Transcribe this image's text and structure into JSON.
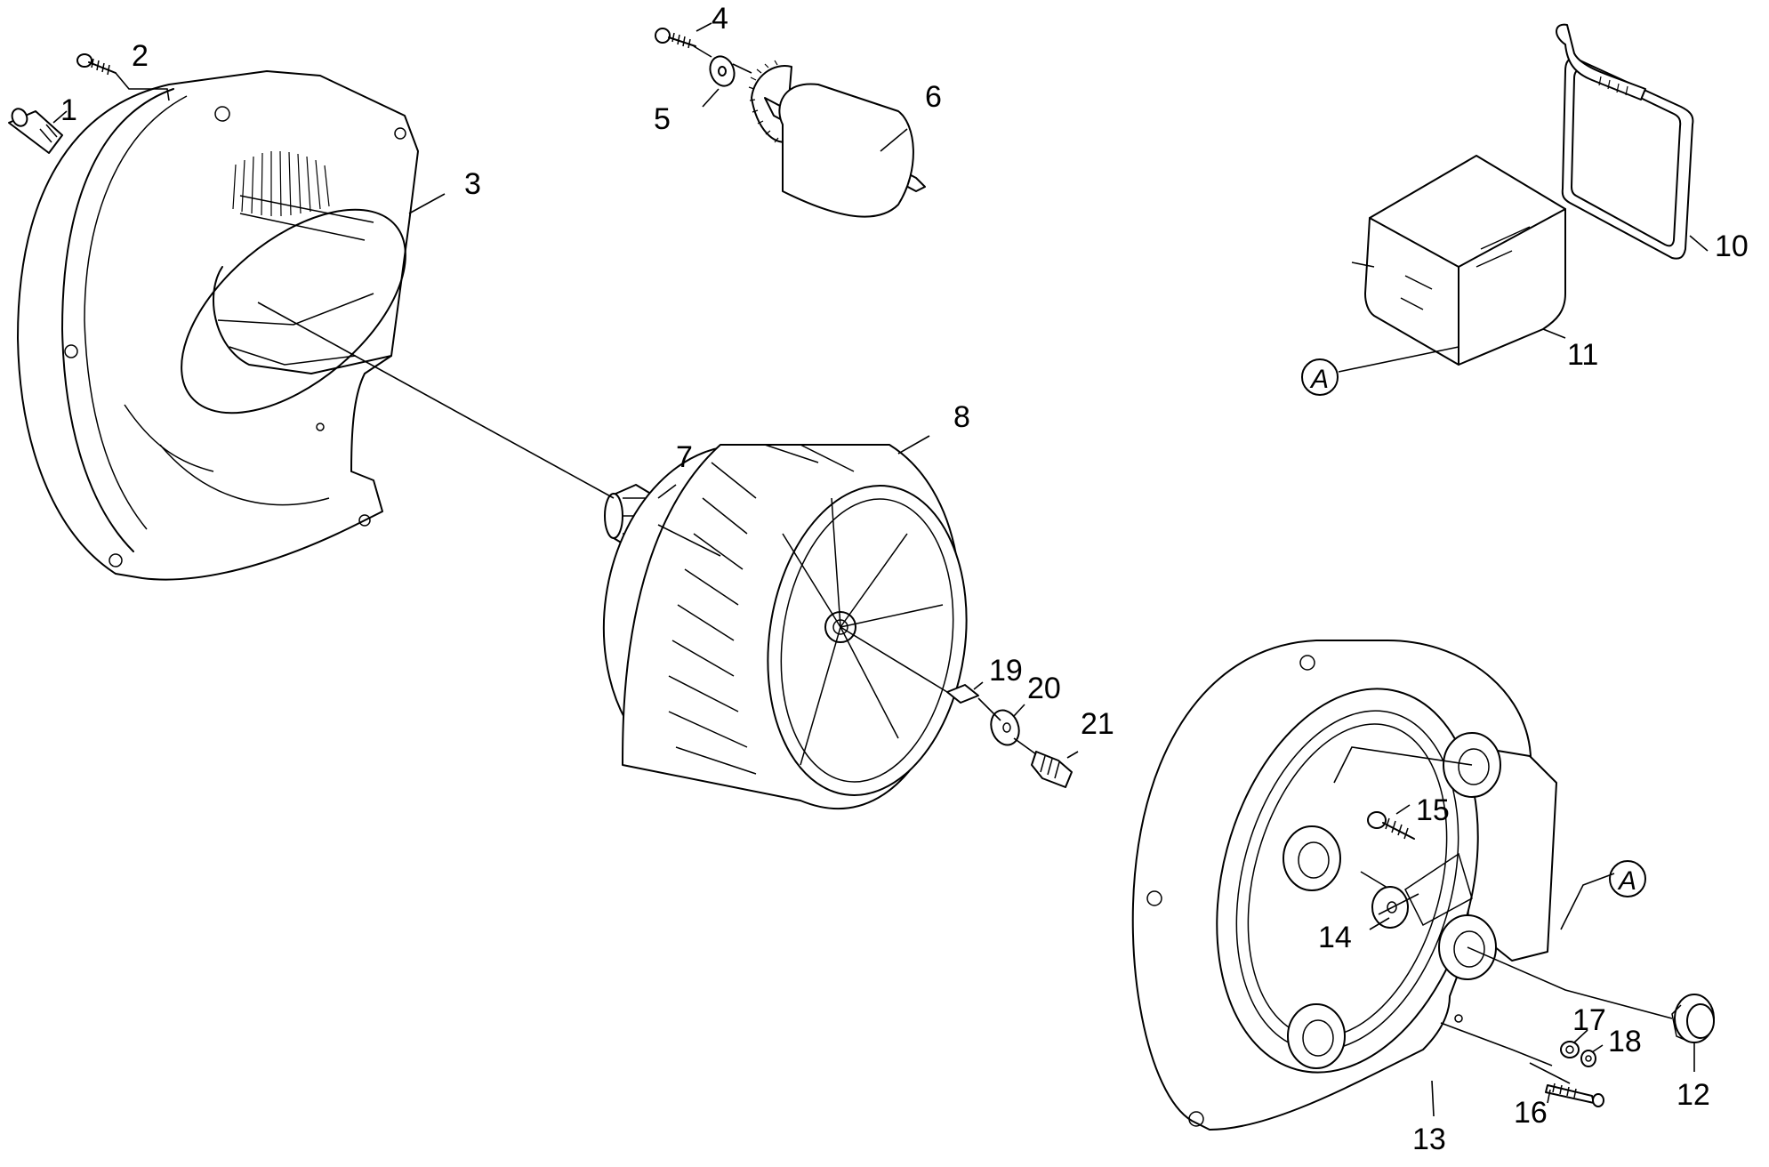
{
  "callouts": [
    {
      "id": "1",
      "label": "1"
    },
    {
      "id": "2",
      "label": "2"
    },
    {
      "id": "3",
      "label": "3"
    },
    {
      "id": "4",
      "label": "4"
    },
    {
      "id": "5",
      "label": "5"
    },
    {
      "id": "6",
      "label": "6"
    },
    {
      "id": "7",
      "label": "7"
    },
    {
      "id": "8",
      "label": "8"
    },
    {
      "id": "10",
      "label": "10"
    },
    {
      "id": "11",
      "label": "11"
    },
    {
      "id": "12",
      "label": "12"
    },
    {
      "id": "13",
      "label": "13"
    },
    {
      "id": "14",
      "label": "14"
    },
    {
      "id": "15",
      "label": "15"
    },
    {
      "id": "16",
      "label": "16"
    },
    {
      "id": "17",
      "label": "17"
    },
    {
      "id": "18",
      "label": "18"
    },
    {
      "id": "19",
      "label": "19"
    },
    {
      "id": "20",
      "label": "20"
    },
    {
      "id": "21",
      "label": "21"
    }
  ],
  "connectors": [
    {
      "id": "a1",
      "label": "A"
    },
    {
      "id": "a2",
      "label": "A"
    }
  ]
}
